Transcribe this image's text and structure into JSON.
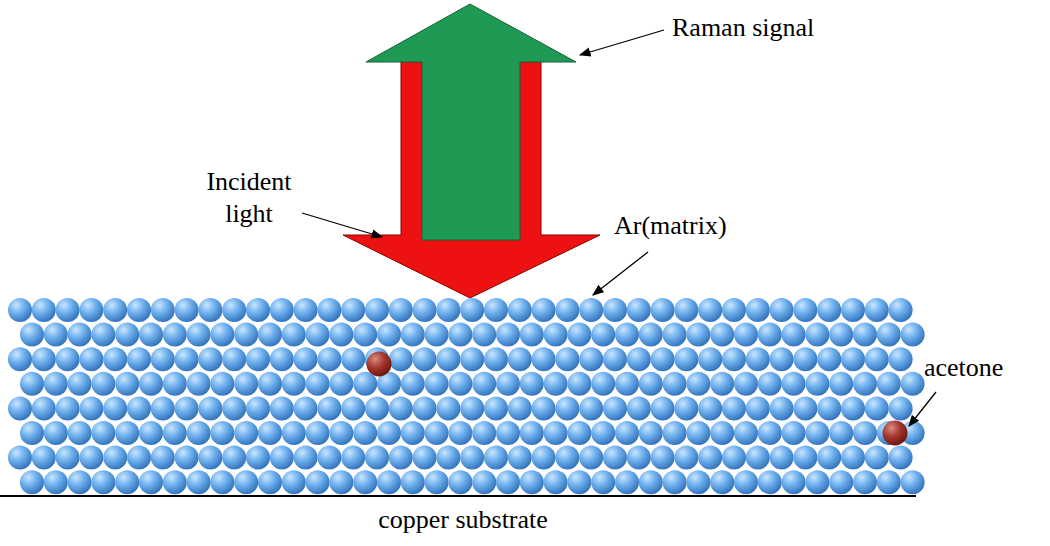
{
  "diagram": {
    "labels": [
      "Raman signal",
      "Incident light",
      "Ar(matrix)",
      "acetone",
      "copper substrate"
    ]
  }
}
